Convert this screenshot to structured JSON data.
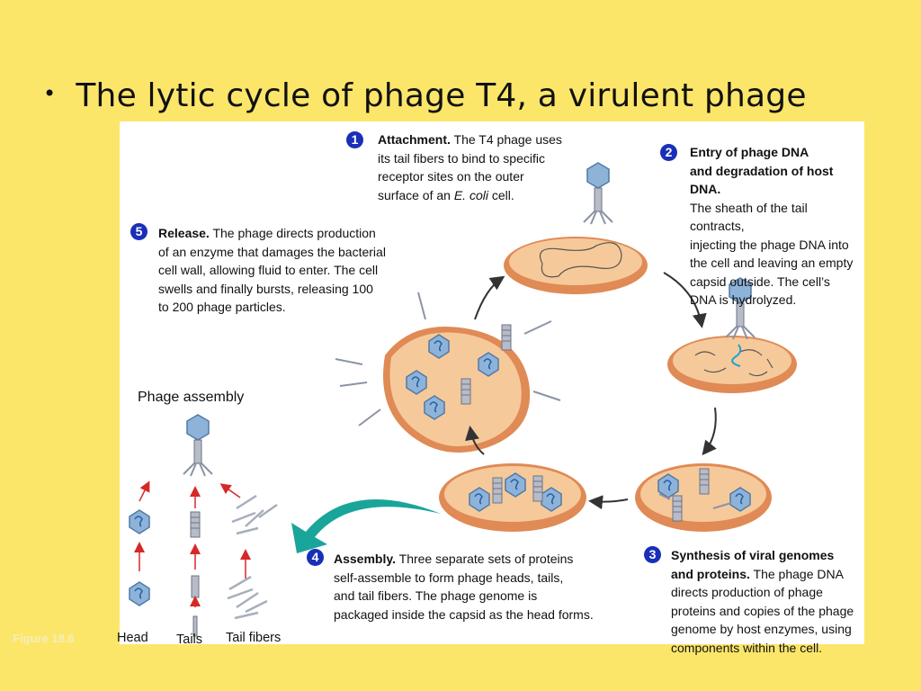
{
  "slide": {
    "bullet": "•",
    "title": "The lytic cycle of phage T4, a virulent phage"
  },
  "figure": {
    "id": "Figure 18.6",
    "assembly_heading": "Phage assembly",
    "parts": {
      "head": "Head",
      "tails": "Tails",
      "tail_fibers": "Tail fibers"
    },
    "steps": [
      {
        "num": "1",
        "title": "Attachment.",
        "lines": [
          "The T4 phage uses",
          "its tail fibers to bind to specific",
          "receptor sites on the outer",
          "surface of an"
        ],
        "italic": "E. coli",
        "tail": " cell."
      },
      {
        "num": "2",
        "title_lines": [
          "Entry of phage DNA",
          "and degradation of host DNA."
        ],
        "lines": [
          "The sheath of the tail contracts,",
          "injecting the phage DNA into",
          "the cell and leaving an empty",
          "capsid outside. The cell’s",
          "DNA is hydrolyzed."
        ]
      },
      {
        "num": "3",
        "title_lines": [
          "Synthesis of viral genomes",
          "and proteins."
        ],
        "first_rest": " The phage DNA",
        "lines": [
          "directs production of phage",
          "proteins and copies of the phage",
          "genome by host enzymes, using",
          "components within the cell."
        ]
      },
      {
        "num": "4",
        "title": "Assembly.",
        "first_rest": " Three separate sets of proteins",
        "lines": [
          "self-assemble to form phage heads, tails,",
          "and tail fibers. The phage genome is",
          "packaged inside the capsid as the head forms."
        ]
      },
      {
        "num": "5",
        "title": "Release.",
        "first_rest": " The phage directs production",
        "lines": [
          "of an enzyme that damages the bacterial",
          "cell wall, allowing fluid to enter. The cell",
          "swells and finally bursts, releasing 100",
          "to 200 phage particles."
        ]
      }
    ]
  },
  "colors": {
    "background": "#fbe66a",
    "number_badge": "#1a2fb8",
    "cell_fill": "#f6c99a",
    "cell_rim": "#e08a55",
    "capsid": "#8fb3d8",
    "assembly_arrow": "#1aa59a",
    "cycle_arrow": "#333333",
    "red_arrow": "#d62828"
  }
}
